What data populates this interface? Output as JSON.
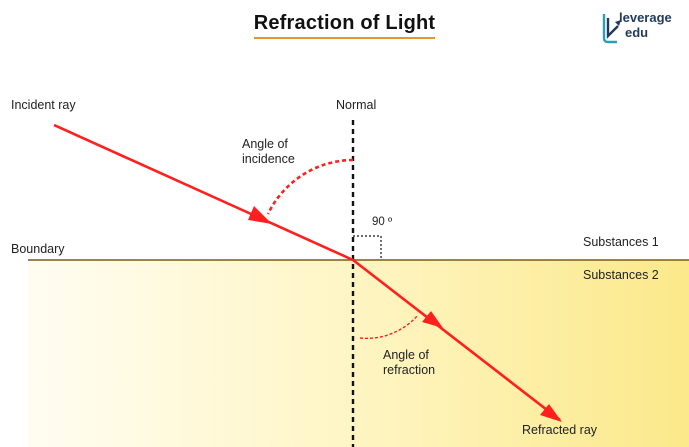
{
  "title": "Refraction of Light",
  "logo": {
    "line1": "leverage",
    "line2": "edu",
    "icon": "leverage-edu-logo-icon"
  },
  "labels": {
    "incident_ray": "Incident ray",
    "normal": "Normal",
    "angle_incidence_1": "Angle of",
    "angle_incidence_2": "incidence",
    "right_angle": "90 º",
    "boundary": "Boundary",
    "substances_1": "Substances 1",
    "substances_2": "Substances 2",
    "angle_refraction_1": "Angle of",
    "angle_refraction_2": "refraction",
    "refracted_ray": "Refracted ray"
  },
  "colors": {
    "ray": "#ff1f1f",
    "boundary": "#7a5c1a",
    "medium_2_light": "#fffbe9",
    "medium_2_dark": "#fbe98a",
    "title_underline": "#e8942c",
    "normal": "#111111"
  }
}
